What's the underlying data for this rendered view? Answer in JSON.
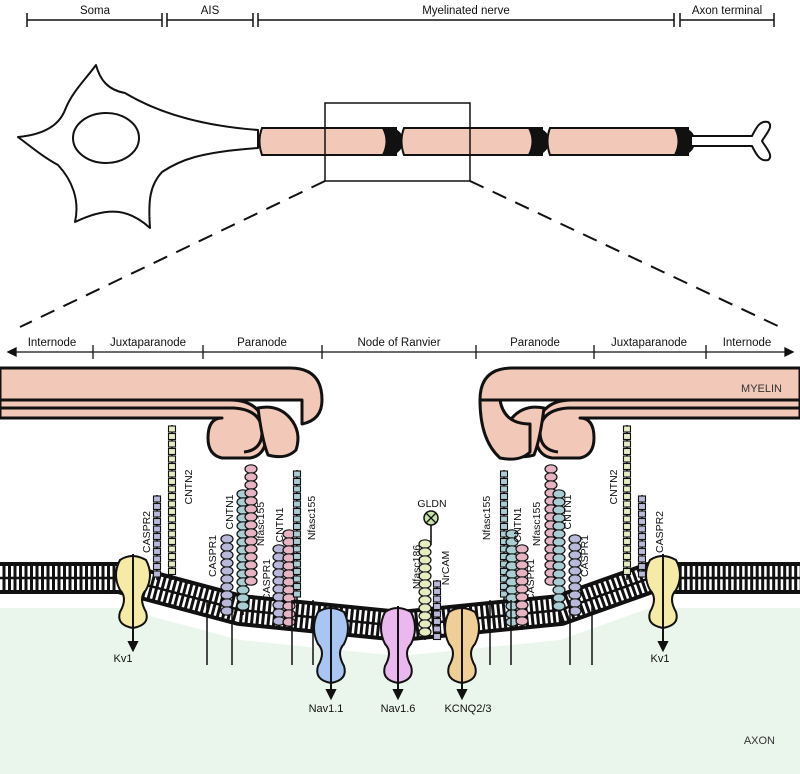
{
  "top_segments": [
    "Soma",
    "AIS",
    "Myelinated nerve",
    "Axon terminal"
  ],
  "regions": [
    "Internode",
    "Juxtaparanode",
    "Paranode",
    "Node of Ranvier",
    "Paranode",
    "Juxtaparanode",
    "Internode"
  ],
  "layer_labels": {
    "myelin": "MYELIN",
    "axon": "AXON"
  },
  "proteins": {
    "cntn2_left": "CNTN2",
    "caspr2_left": "CASPR2",
    "caspr1_l1": "CASPR1",
    "cntn1_l1": "CNTN1",
    "nfasc155_l1": "Nfasc155",
    "caspr1_l2": "CASPR1",
    "cntn1_l2": "CNTN1",
    "nfasc155_l2": "Nfasc155",
    "gldn": "GLDN",
    "nfasc186": "Nfasc186",
    "nrcam": "NrCAM",
    "nfasc155_r1": "Nfasc155",
    "cntn1_r1": "CNTN1",
    "caspr1_r1": "CASPR1",
    "nfasc155_r2": "Nfasc155",
    "cntn1_r2": "CNTN1",
    "caspr1_r2": "CASPR1",
    "cntn2_right": "CNTN2",
    "caspr2_right": "CASPR2"
  },
  "channels": {
    "kv1_left": "Kv1",
    "nav11": "Nav1.1",
    "nav16": "Nav1.6",
    "kcnq": "KCNQ2/3",
    "kv1_right": "Kv1"
  },
  "colors": {
    "myelin": "#f2c9b9",
    "axon_bg": "#eaf6ec",
    "kv1": "#f5eba6",
    "nav11": "#a9c6f2",
    "nav16": "#eab8ee",
    "kcnq": "#f0cf96",
    "cntn": "#e4ecc0",
    "caspr": "#b8b8d8",
    "nfasc": "#e6b4c3",
    "cntn1": "#a9cdd3",
    "gldn": "#c6e2a6"
  }
}
